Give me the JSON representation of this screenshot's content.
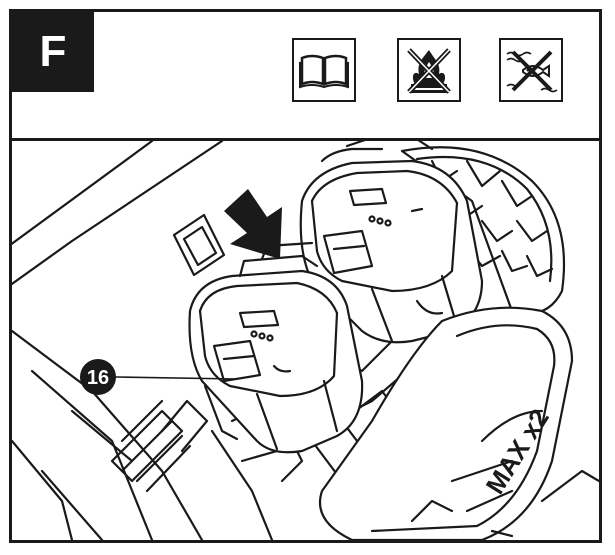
{
  "step": {
    "label": "F"
  },
  "icons": [
    "manual-book-icon",
    "no-fire-icon",
    "no-water-icon"
  ],
  "callouts": [
    {
      "number": "16"
    }
  ],
  "battery_branding": {
    "text": "MAX x2"
  }
}
